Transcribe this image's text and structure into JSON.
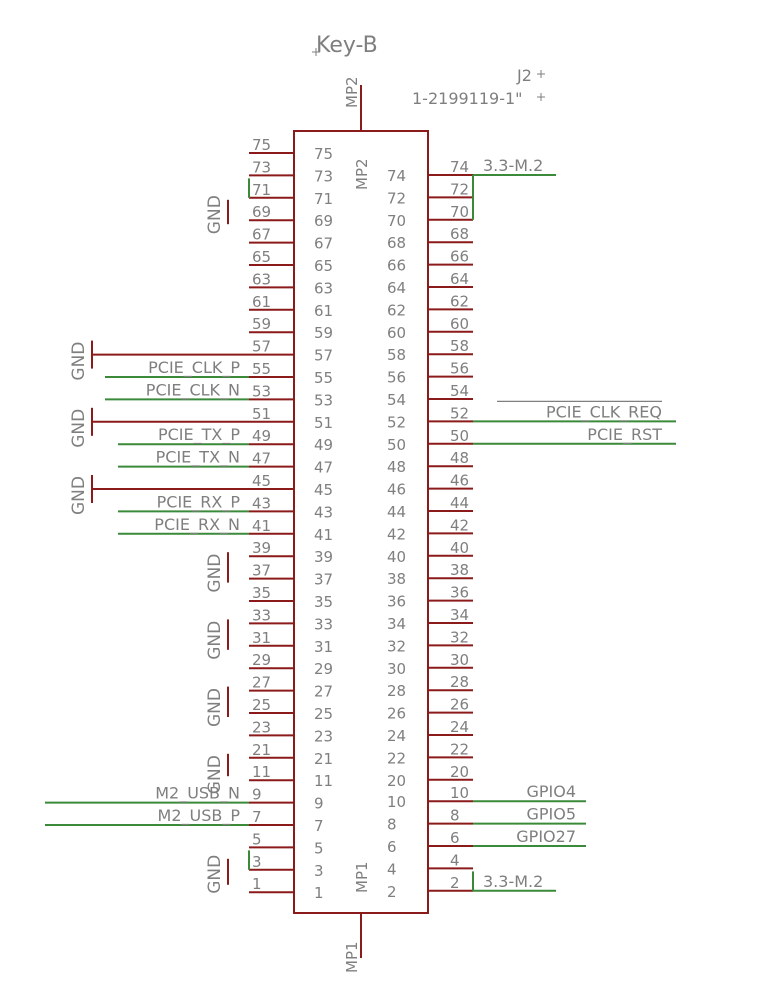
{
  "title": "Key-B",
  "part": {
    "ref": "J2",
    "value": "1-2199119-1\""
  },
  "mounting": {
    "top": "MP2",
    "bottom": "MP1"
  },
  "left_pins": [
    "75",
    "73",
    "71",
    "69",
    "67",
    "65",
    "63",
    "61",
    "59",
    "57",
    "55",
    "53",
    "51",
    "49",
    "47",
    "45",
    "43",
    "41",
    "39",
    "37",
    "35",
    "33",
    "31",
    "29",
    "27",
    "25",
    "23",
    "21",
    "11",
    "9",
    "7",
    "5",
    "3",
    "1"
  ],
  "right_pins": [
    "74",
    "72",
    "70",
    "68",
    "66",
    "64",
    "62",
    "60",
    "58",
    "56",
    "54",
    "52",
    "50",
    "48",
    "46",
    "44",
    "42",
    "40",
    "38",
    "36",
    "34",
    "32",
    "30",
    "28",
    "26",
    "24",
    "22",
    "20",
    "10",
    "8",
    "6",
    "4",
    "2"
  ],
  "left_nets": [
    {
      "pin": "55",
      "label": "PCIE_CLK_P"
    },
    {
      "pin": "53",
      "label": "PCIE_CLK_N"
    },
    {
      "pin": "49",
      "label": "PCIE_TX_P"
    },
    {
      "pin": "47",
      "label": "PCIE_TX_N"
    },
    {
      "pin": "43",
      "label": "PCIE_RX_P"
    },
    {
      "pin": "41",
      "label": "PCIE_RX_N"
    },
    {
      "pin": "9",
      "label": "M2_USB_N"
    },
    {
      "pin": "7",
      "label": "M2_USB_P"
    }
  ],
  "right_nets": [
    {
      "pin": "74",
      "label": "3.3-M.2"
    },
    {
      "pin": "52",
      "label": "PCIE_CLK_REQ"
    },
    {
      "pin": "50",
      "label": "PCIE_RST"
    },
    {
      "pin": "10",
      "label": "GPIO4"
    },
    {
      "pin": "8",
      "label": "GPIO5"
    },
    {
      "pin": "6",
      "label": "GPIO27"
    },
    {
      "pin": "2",
      "label": "3.3-M.2"
    }
  ],
  "ground_label": "GND",
  "colors": {
    "body": "#8b1a1a",
    "wire": "#3a8a3a",
    "text": "#7f7f7f"
  }
}
